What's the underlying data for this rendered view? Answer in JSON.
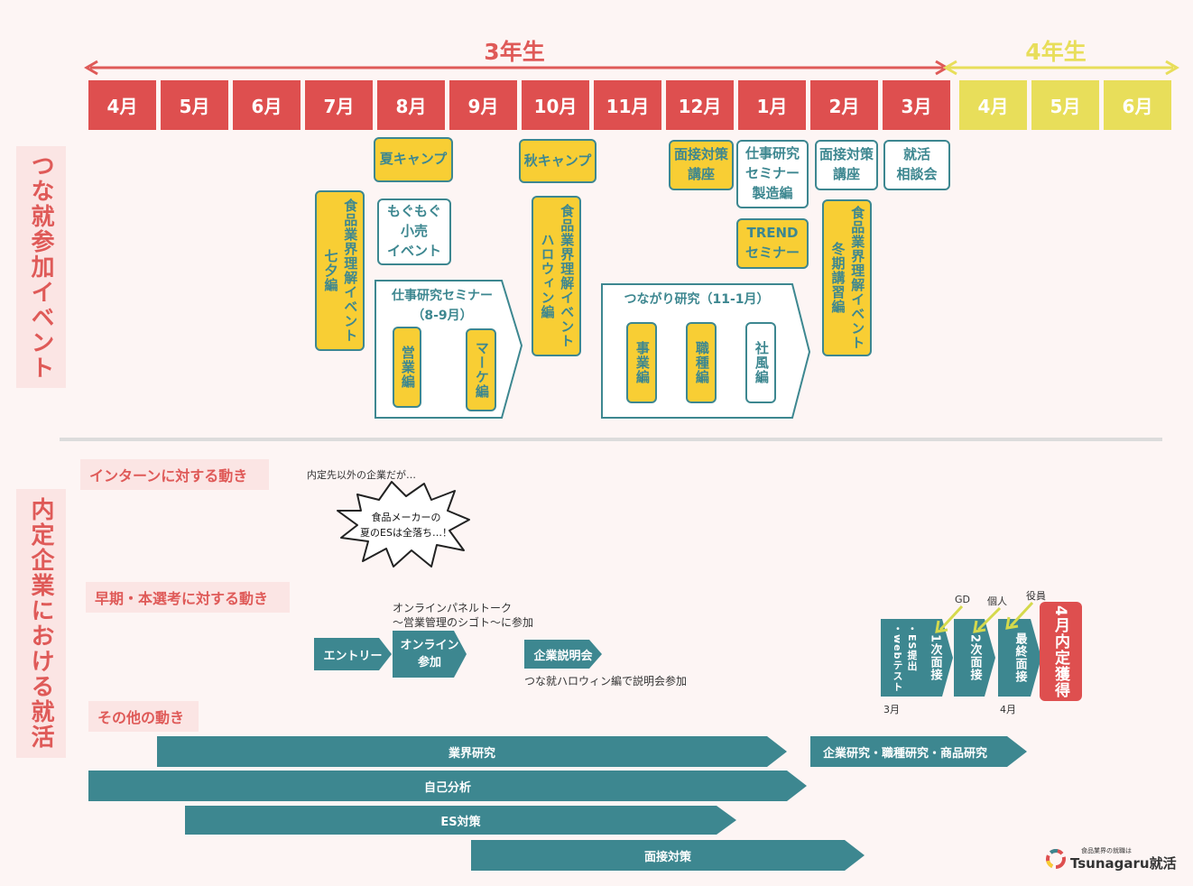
{
  "years": {
    "third": "3年生",
    "fourth": "4年生"
  },
  "months": [
    "4月",
    "5月",
    "6月",
    "7月",
    "8月",
    "9月",
    "10月",
    "11月",
    "12月",
    "1月",
    "2月",
    "3月",
    "4月",
    "5月",
    "6月"
  ],
  "side_labels": {
    "events": "つな就参加イベント",
    "company": "内定企業における就活"
  },
  "events": {
    "summer_camp": "夏キャンプ",
    "autumn_camp": "秋キャンプ",
    "mentsetsu1": "面接対策\n講座",
    "shigoto_seizo": "仕事研究\nセミナー\n製造編",
    "mentsetsu2": "面接対策\n講座",
    "shukatsu_soudan": "就活\n相談会",
    "shokuhin_tanabata": "食品業界理解イベント七夕編",
    "mogumogu": "もぐもぐ\n小売\nイベント",
    "shokuhin_halloween": "食品業界理解イベントハロウィン編",
    "trend": "TREND\nセミナー",
    "shokuhin_winter": "食品業界理解イベント冬期講習編",
    "shigoto_seminar_title": "仕事研究セミナー",
    "shigoto_seminar_period": "（8-9月）",
    "eigyo": "営業編",
    "marketing": "マーケ編",
    "tsunagari_title": "つながり研究（11-1月）",
    "jigyo": "事業編",
    "shokushu": "職種編",
    "shafu": "社風編"
  },
  "sections": {
    "intern": "インターンに対する動き",
    "early": "早期・本選考に対する動き",
    "other": "その他の動き"
  },
  "intern": {
    "note": "内定先以外の企業だが…",
    "bubble": "食品メーカーの\n夏のESは全落ち…！"
  },
  "early": {
    "entry": "エントリー",
    "online": "オンライン\n参加",
    "online_note": "オンラインパネルトーク\n～営業管理のシゴト～に参加",
    "setsumeikai": "企業説明会",
    "setsumeikai_note": "つな就ハロウィン編で説明会参加",
    "es_test": "・ES提出\n・webテスト",
    "first": "1次面接",
    "second": "2次面接",
    "final": "最終面接",
    "naitei": "4月内定獲得",
    "gd": "GD",
    "kojin": "個人",
    "yakuin": "役員",
    "march": "3月",
    "april": "4月"
  },
  "other": {
    "gyokai": "業界研究",
    "kigyo": "企業研究・職種研究・商品研究",
    "jiko": "自己分析",
    "es": "ES対策",
    "mensetsu": "面接対策"
  },
  "logo": {
    "tagline": "食品業界の就職は",
    "name": "Tsunagaru就活"
  },
  "colors": {
    "red": "#de4f4f",
    "yellow": "#e8de5a",
    "teal": "#3d8790",
    "box_yellow": "#f8ce34",
    "pink": "#fbe5e4"
  }
}
